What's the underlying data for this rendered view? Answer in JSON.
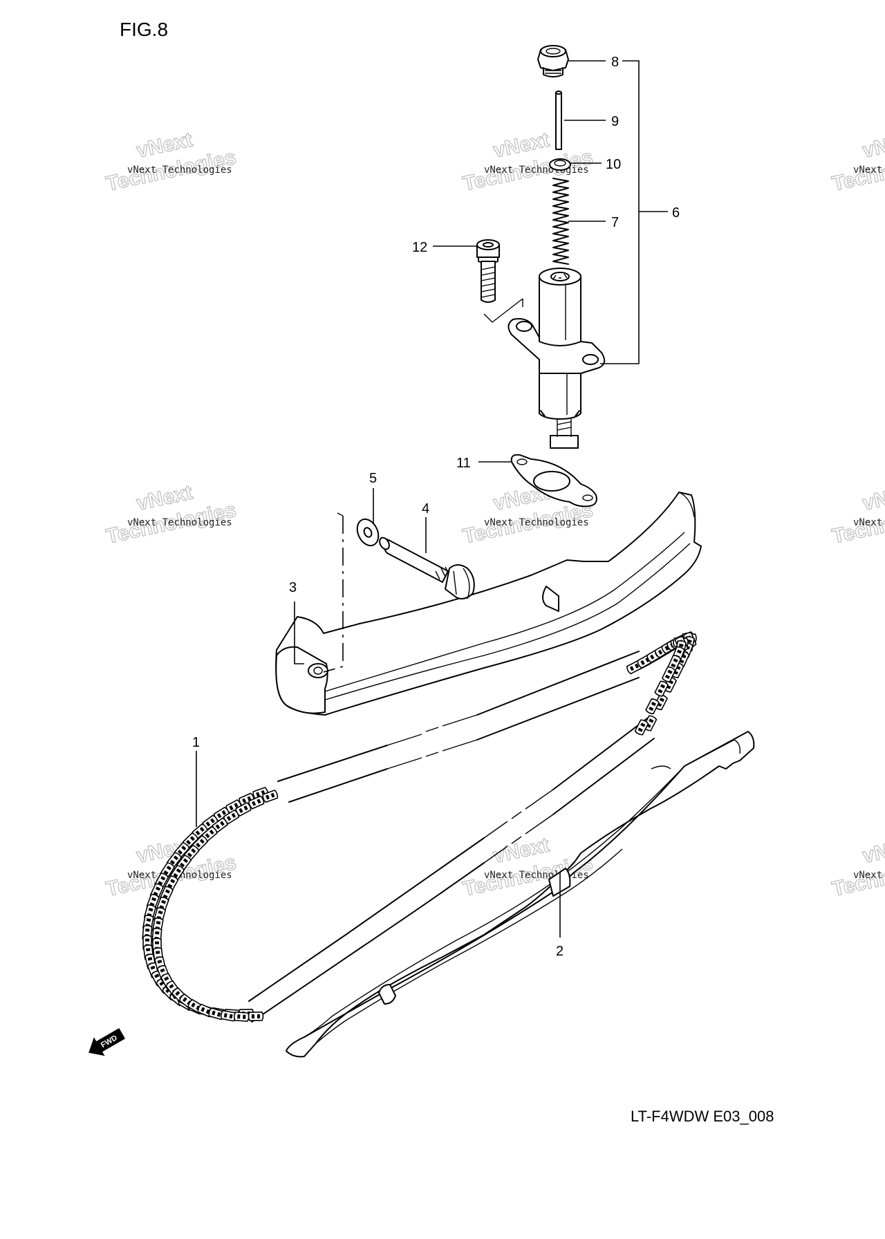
{
  "figure": {
    "title": "FIG.8",
    "reference": "LT-F4WDW E03_008"
  },
  "watermark": {
    "company": "vNext Technologies",
    "line1": "vNext",
    "line2": "Technologies"
  },
  "direction_marker": {
    "label": "FWD"
  },
  "callouts": [
    {
      "id": "1",
      "label": "1"
    },
    {
      "id": "2",
      "label": "2"
    },
    {
      "id": "3",
      "label": "3"
    },
    {
      "id": "4",
      "label": "4"
    },
    {
      "id": "5",
      "label": "5"
    },
    {
      "id": "6",
      "label": "6"
    },
    {
      "id": "7",
      "label": "7"
    },
    {
      "id": "8",
      "label": "8"
    },
    {
      "id": "9",
      "label": "9"
    },
    {
      "id": "10",
      "label": "10"
    },
    {
      "id": "11",
      "label": "11"
    },
    {
      "id": "12",
      "label": "12"
    }
  ]
}
